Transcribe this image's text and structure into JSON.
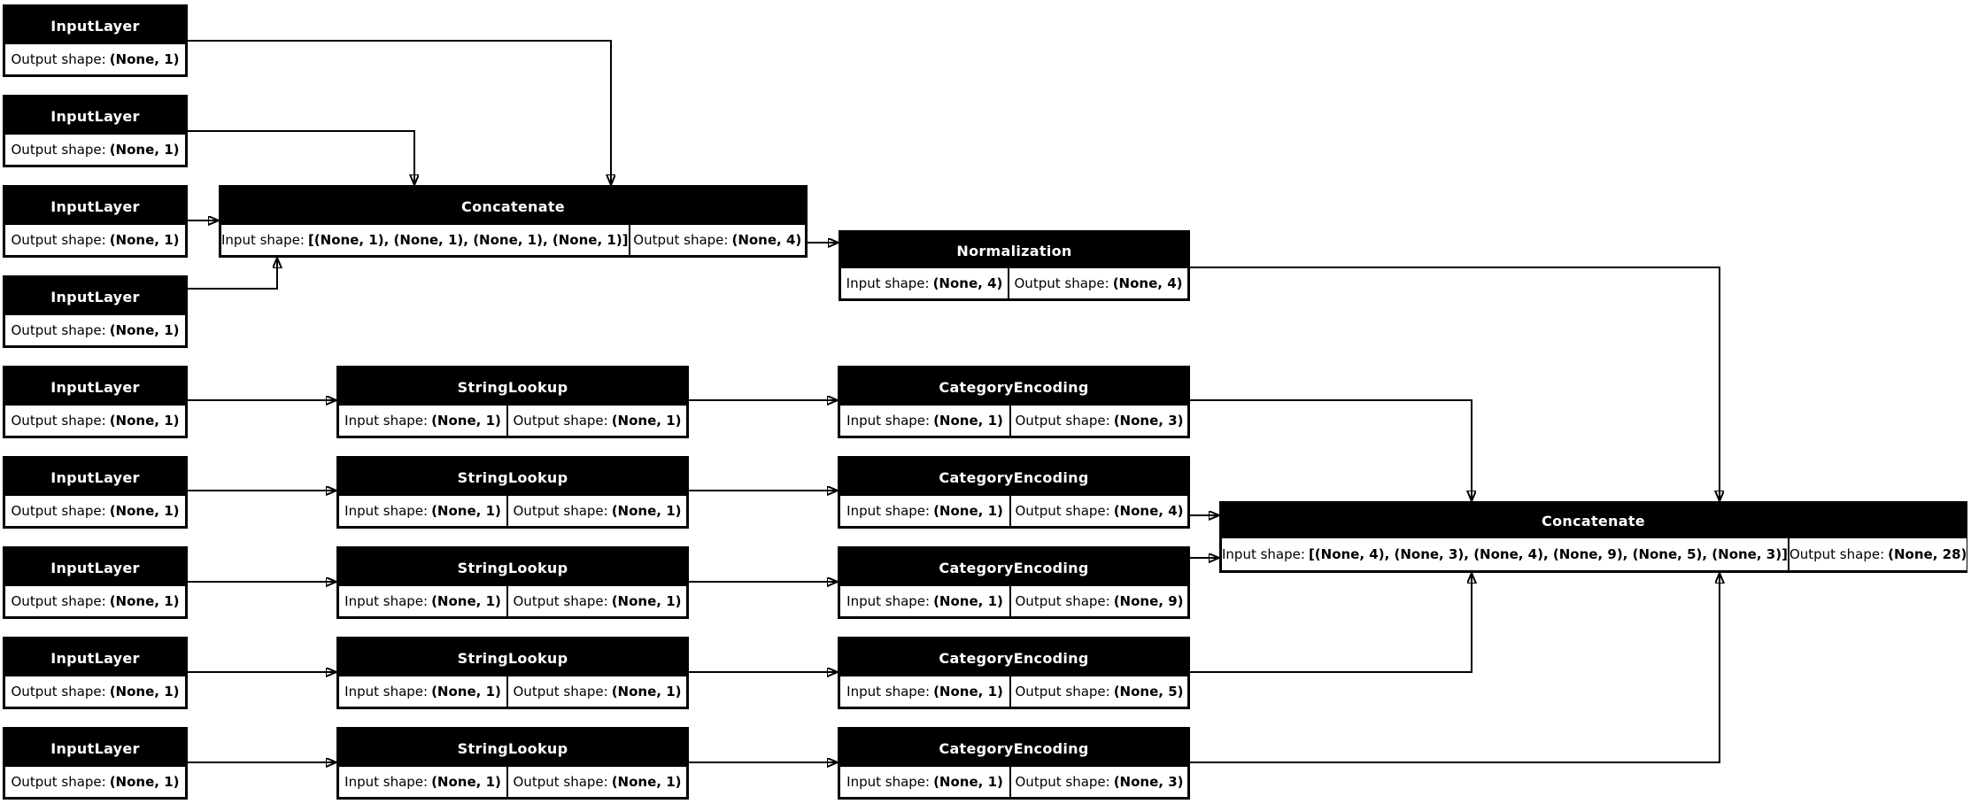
{
  "labels": {
    "input_shape": "Input shape:",
    "output_shape": "Output shape:"
  },
  "nodes": {
    "input_layers": [
      {
        "title": "InputLayer",
        "output_value": "(None, 1)"
      },
      {
        "title": "InputLayer",
        "output_value": "(None, 1)"
      },
      {
        "title": "InputLayer",
        "output_value": "(None, 1)"
      },
      {
        "title": "InputLayer",
        "output_value": "(None, 1)"
      },
      {
        "title": "InputLayer",
        "output_value": "(None, 1)"
      },
      {
        "title": "InputLayer",
        "output_value": "(None, 1)"
      },
      {
        "title": "InputLayer",
        "output_value": "(None, 1)"
      },
      {
        "title": "InputLayer",
        "output_value": "(None, 1)"
      },
      {
        "title": "InputLayer",
        "output_value": "(None, 1)"
      }
    ],
    "concat1": {
      "title": "Concatenate",
      "input_value": "[(None, 1), (None, 1), (None, 1), (None, 1)]",
      "output_value": "(None, 4)"
    },
    "normalization": {
      "title": "Normalization",
      "input_value": "(None, 4)",
      "output_value": "(None, 4)"
    },
    "string_lookups": [
      {
        "title": "StringLookup",
        "input_value": "(None, 1)",
        "output_value": "(None, 1)"
      },
      {
        "title": "StringLookup",
        "input_value": "(None, 1)",
        "output_value": "(None, 1)"
      },
      {
        "title": "StringLookup",
        "input_value": "(None, 1)",
        "output_value": "(None, 1)"
      },
      {
        "title": "StringLookup",
        "input_value": "(None, 1)",
        "output_value": "(None, 1)"
      },
      {
        "title": "StringLookup",
        "input_value": "(None, 1)",
        "output_value": "(None, 1)"
      }
    ],
    "category_encodings": [
      {
        "title": "CategoryEncoding",
        "input_value": "(None, 1)",
        "output_value": "(None, 3)"
      },
      {
        "title": "CategoryEncoding",
        "input_value": "(None, 1)",
        "output_value": "(None, 4)"
      },
      {
        "title": "CategoryEncoding",
        "input_value": "(None, 1)",
        "output_value": "(None, 9)"
      },
      {
        "title": "CategoryEncoding",
        "input_value": "(None, 1)",
        "output_value": "(None, 5)"
      },
      {
        "title": "CategoryEncoding",
        "input_value": "(None, 1)",
        "output_value": "(None, 3)"
      }
    ],
    "concat2": {
      "title": "Concatenate",
      "input_value": "[(None, 4), (None, 3), (None, 4), (None, 9), (None, 5), (None, 3)]",
      "output_value": "(None, 28)"
    }
  }
}
